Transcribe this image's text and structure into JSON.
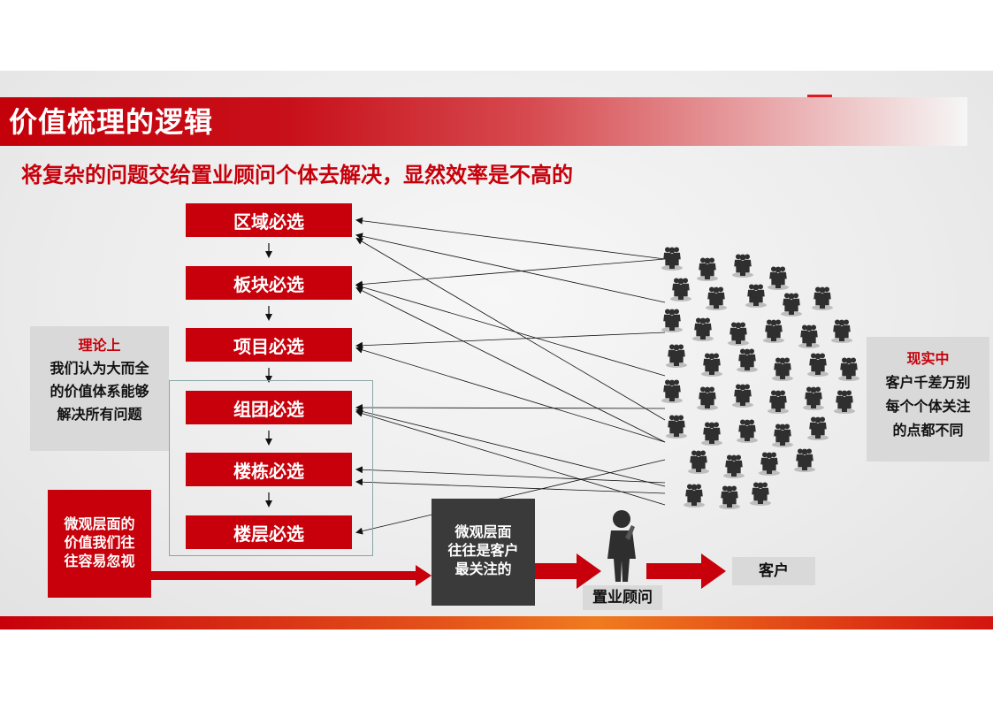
{
  "title": "价值梳理的逻辑",
  "subtitle": "将复杂的问题交给置业顾问个体去解决，显然效率是不高的",
  "steps": [
    "区域必选",
    "板块必选",
    "项目必选",
    "组团必选",
    "楼栋必选",
    "楼层必选"
  ],
  "theory": {
    "heading": "理论上",
    "lines": [
      "我们认为大而全",
      "的价值体系能够",
      "解决所有问题"
    ]
  },
  "reality": {
    "heading": "现实中",
    "lines": [
      "客户千差万别",
      "每个个体关注",
      "的点都不同"
    ]
  },
  "micro_left": {
    "lines": [
      "微观层面的",
      "价值我们往",
      "往容易忽视"
    ]
  },
  "micro_dark": {
    "lines": [
      "微观层面",
      "往往是客户",
      "最关注的"
    ]
  },
  "consultant_label": "置业顾问",
  "customer_label": "客户",
  "icons": {
    "crowd": "people-crowd-icon",
    "consultant": "thinking-person-icon",
    "flow_arrows": "right-arrow-icon"
  },
  "colors": {
    "brand_red": "#c7000b",
    "dark_box": "#3a3a3a",
    "grey_box": "#d9d9d9",
    "footer_orange": "#f07b1f"
  }
}
